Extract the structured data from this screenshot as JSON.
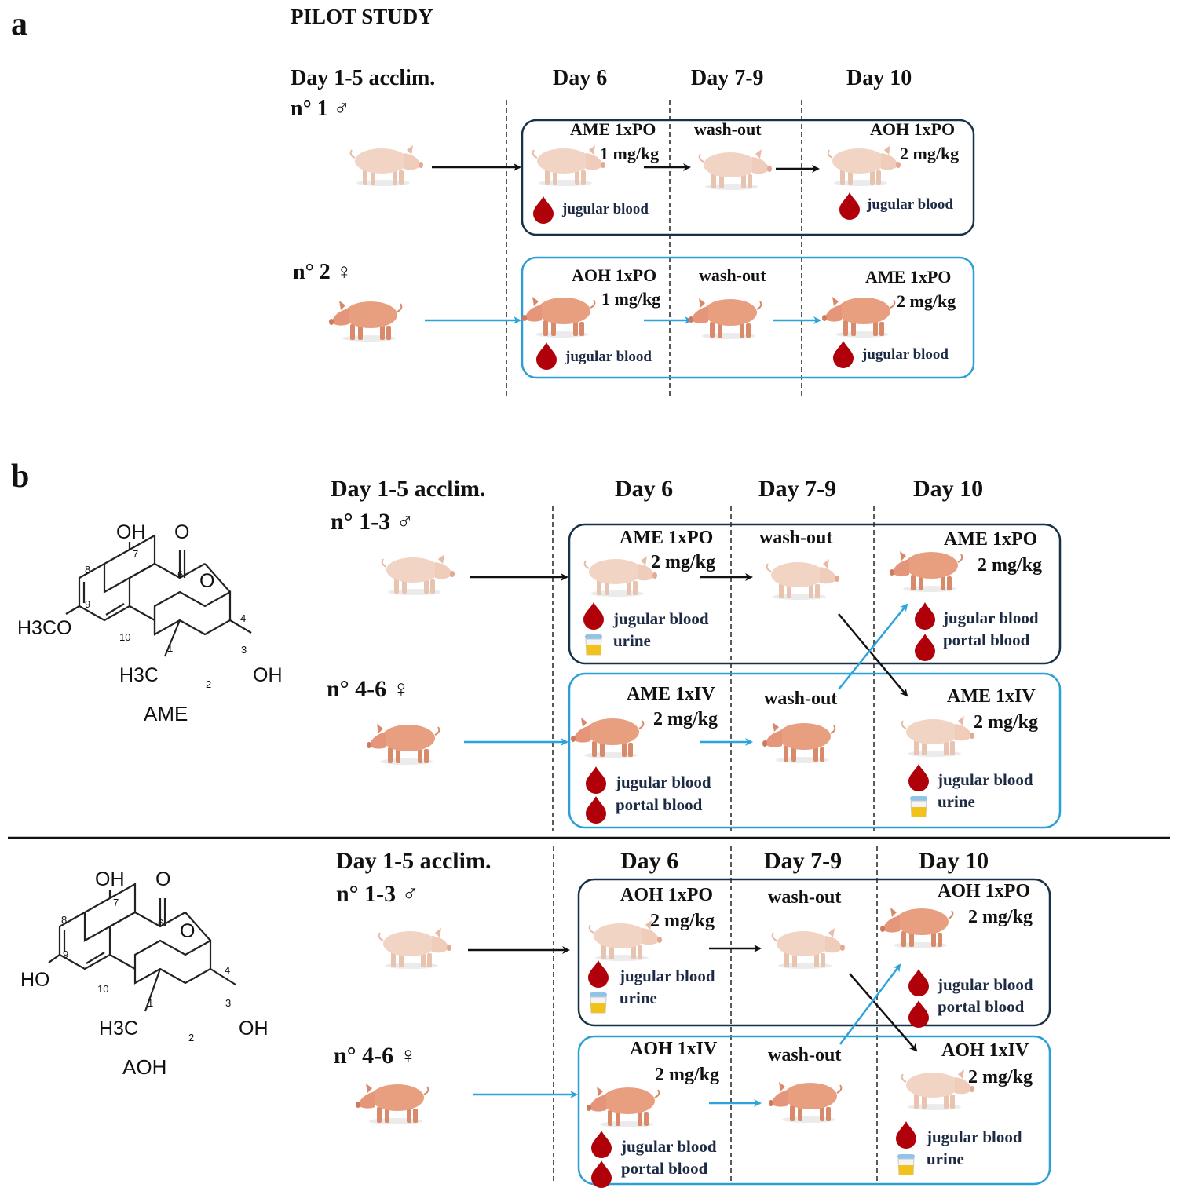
{
  "colors": {
    "dark_box": "#16324a",
    "light_box": "#2b9fd6",
    "arrow_dark": "#111111",
    "arrow_light": "#2ba3dc",
    "blood": "#b0000a",
    "pig_male": "#f2d4c4",
    "pig_female": "#e89f80"
  },
  "panel_a": {
    "letter": "a",
    "title": "PILOT STUDY",
    "headers": {
      "d15": "Day 1-5 acclim.",
      "d6": "Day 6",
      "d79": "Day 7-9",
      "d10": "Day 10"
    },
    "male": {
      "label": "n° 1 ♂",
      "day6_treatment": "AME 1xPO",
      "day6_dose": "1 mg/kg",
      "day6_sample1": "jugular blood",
      "washout": "wash-out",
      "day10_treatment": "AOH 1xPO",
      "day10_dose": "2 mg/kg",
      "day10_sample1": "jugular blood"
    },
    "female": {
      "label": "n° 2 ♀",
      "day6_treatment": "AOH 1xPO",
      "day6_dose": "1 mg/kg",
      "day6_sample1": "jugular blood",
      "washout": "wash-out",
      "day10_treatment": "AME 1xPO",
      "day10_dose": "2 mg/kg",
      "day10_sample1": "jugular blood"
    }
  },
  "panel_b": {
    "letter": "b",
    "ame": {
      "compound": "AME",
      "structure_labels": {
        "oh_top": "OH",
        "o_carbonyl": "O",
        "o_ring": "O",
        "oh_right": "OH",
        "methyl": "H3C",
        "substituent": "H3CO",
        "n1": "1",
        "n2": "2",
        "n3": "3",
        "n4": "4",
        "n6": "6",
        "n7": "7",
        "n8": "8",
        "n9": "9",
        "n10": "10"
      },
      "headers": {
        "d15": "Day 1-5 acclim.",
        "d6": "Day 6",
        "d79": "Day 7-9",
        "d10": "Day 10"
      },
      "male": {
        "label": "n° 1-3 ♂",
        "day6_treatment": "AME 1xPO",
        "day6_dose": "2 mg/kg",
        "day6_sample1": "jugular blood",
        "day6_sample2": "urine",
        "washout": "wash-out",
        "day10_treatment": "AME 1xPO",
        "day10_dose": "2 mg/kg",
        "day10_sample1": "jugular blood",
        "day10_sample2": "portal blood"
      },
      "female": {
        "label": "n° 4-6 ♀",
        "day6_treatment": "AME 1xIV",
        "day6_dose": "2 mg/kg",
        "day6_sample1": "jugular blood",
        "day6_sample2": "portal blood",
        "washout": "wash-out",
        "day10_treatment": "AME 1xIV",
        "day10_dose": "2 mg/kg",
        "day10_sample1": "jugular blood",
        "day10_sample2": "urine"
      }
    },
    "aoh": {
      "compound": "AOH",
      "structure_labels": {
        "oh_top": "OH",
        "o_carbonyl": "O",
        "o_ring": "O",
        "oh_right": "OH",
        "methyl": "H3C",
        "substituent": "HO",
        "n1": "1",
        "n2": "2",
        "n3": "3",
        "n4": "4",
        "n6": "6",
        "n7": "7",
        "n8": "8",
        "n9": "9",
        "n10": "10"
      },
      "headers": {
        "d15": "Day 1-5 acclim.",
        "d6": "Day 6",
        "d79": "Day 7-9",
        "d10": "Day 10"
      },
      "male": {
        "label": "n° 1-3 ♂",
        "day6_treatment": "AOH 1xPO",
        "day6_dose": "2 mg/kg",
        "day6_sample1": "jugular blood",
        "day6_sample2": "urine",
        "washout": "wash-out",
        "day10_treatment": "AOH 1xPO",
        "day10_dose": "2 mg/kg",
        "day10_sample1": "jugular blood",
        "day10_sample2": "portal blood"
      },
      "female": {
        "label": "n° 4-6 ♀",
        "day6_treatment": "AOH 1xIV",
        "day6_dose": "2 mg/kg",
        "day6_sample1": "jugular blood",
        "day6_sample2": "portal blood",
        "washout": "wash-out",
        "day10_treatment": "AOH 1xIV",
        "day10_dose": "2 mg/kg",
        "day10_sample1": "jugular blood",
        "day10_sample2": "urine"
      }
    }
  }
}
